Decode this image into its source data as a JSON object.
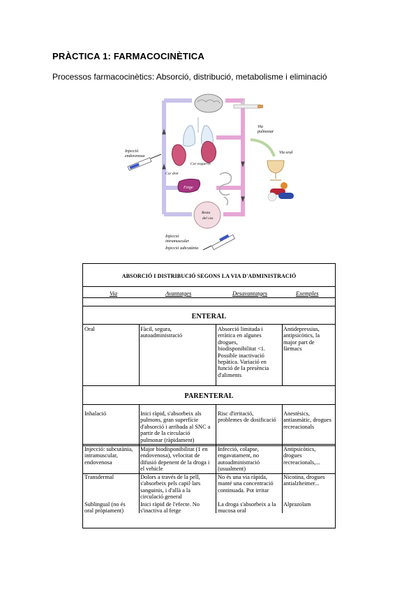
{
  "document": {
    "title": "PRÀCTICA 1: FARMACOCINÈTICA",
    "subtitle": "Processos farmacocinètics: Absorció, distribució, metabolisme i eliminació"
  },
  "figure": {
    "labels": {
      "pulmonary_route": "Via\npulmonar",
      "oral_route": "Via oral",
      "endovenous_injection": "Injecció\nendovenosa",
      "right_heart": "Cor dret",
      "left_heart": "Cor esquerre",
      "liver": "Fetge",
      "rest_of_body": "Resta\ndel cos",
      "intramuscular_injection": "Injecció\nintramuscular",
      "subcutaneous_injection": "Injecció subcutània"
    }
  },
  "table": {
    "title": "ABSORCIÓ I DISTRIBUCIÓ SEGONS LA VIA D'ADMINISTRACIÓ",
    "headers": [
      "Via",
      "Avantatges",
      "Desavantatges",
      "Exemples"
    ],
    "sections": {
      "enteral": "ENTERAL",
      "parenteral": "PARENTERAL"
    },
    "rows": {
      "oral": [
        "Oral",
        "Fàcil, segura,\nautoadministració",
        "Absorció limitada i\nerràtica en algunes\ndrogues,\nbiodisponibilitat <1.\nPossible inactivació\nhepàtica. Variació en\nfunció de la presència\nd'aliments",
        "Antidepressius,\nantipsicòtics, la\nmajor part de\nfàrmacs"
      ],
      "inhalation": [
        "Inhalació",
        "Inici ràpid, s'absorbeix als\npulmons, gran superfície\nd'absorció i arribada al SNC a\npartir de la circulació\npulmonar (ràpidament)",
        "Risc d'irritació,\nproblemes de dosificació",
        "Anestèsics,\nantiasmàtic, drogues\nrecreacionals"
      ],
      "injection": [
        "Injecció: subcutània,\nintramuscular,\nendovenosa",
        "Major biodisponibilitat (1 en\nendovenosa), velocitat de\ndifusió depenent de la droga i\nel vehicle",
        "Infecció, colapse,\nengavatament, no\nautoadministració\n(usualment)",
        "Antipsicòtics,\ndrogues\nrecreacionals,..."
      ],
      "transdermal": [
        "Transdermal",
        "Dolors a través de la pell,\ns'absorbeix pels capil·lars\nsanguinis, i d'allà a la\ncirculació general",
        "No és una via ràpida,\nmanté una concentració\ncontinuada. Pot irritar",
        "Nicotina, drogues\nantialzheimer..."
      ],
      "sublingual": [
        "Sublingual (no és\noral pròpiament)",
        "Inici ràpid de l'efecte. No\ns'inactiva al fetge",
        "La droga s'absorbeix a la\nmucosa oral",
        "Alprazolam"
      ]
    }
  }
}
